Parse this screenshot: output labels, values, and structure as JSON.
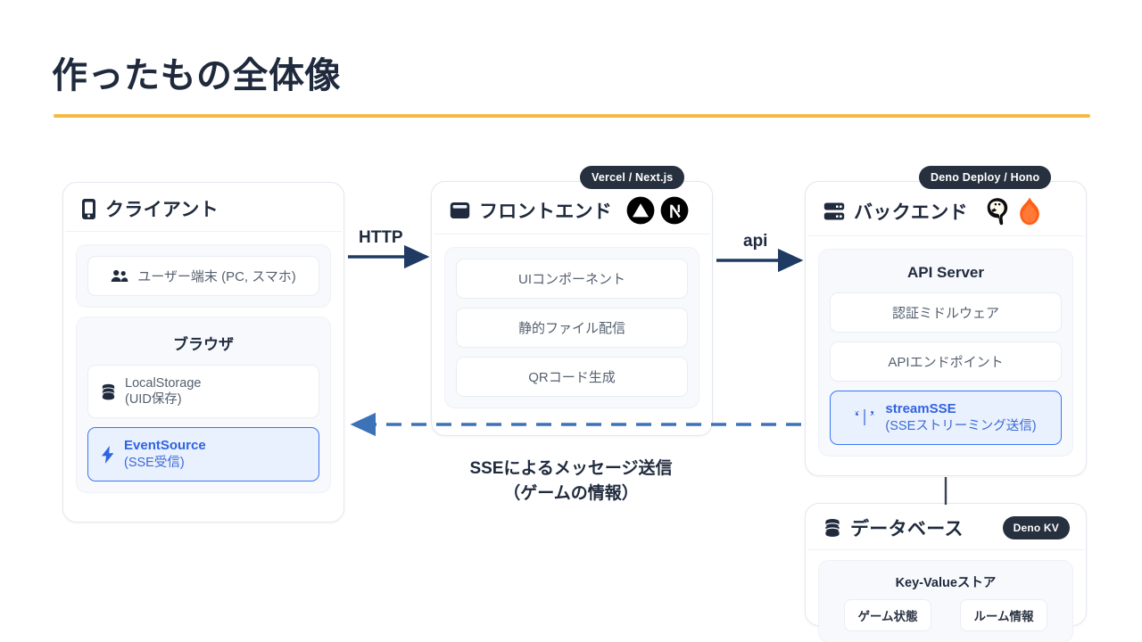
{
  "slide": {
    "title": "作ったもの全体像",
    "accent_color": "#f4b942",
    "text_color": "#1f2a3d",
    "highlight_color": "#3b76f6",
    "arrow_color": "#1f3a63",
    "dashed_arrow_color": "#3b72b8"
  },
  "client": {
    "title": "クライアント",
    "icon": "mobile-phone-icon",
    "user_device": {
      "label": "ユーザー端末 (PC, スマホ)",
      "icon": "users-group-icon"
    },
    "browser": {
      "title": "ブラウザ",
      "items": [
        {
          "name": "LocalStorage",
          "sub": "(UID保存)",
          "icon": "database-stack-icon",
          "highlight": false
        },
        {
          "name": "EventSource",
          "sub": "(SSE受信)",
          "icon": "lightning-bolt-icon",
          "highlight": true
        }
      ]
    }
  },
  "frontend": {
    "title": "フロントエンド",
    "icon": "browser-window-icon",
    "badge": "Vercel / Next.js",
    "logos": [
      "vercel-logo",
      "nextjs-logo"
    ],
    "items": [
      {
        "label": "UIコンポーネント"
      },
      {
        "label": "静的ファイル配信"
      },
      {
        "label": "QRコード生成"
      }
    ]
  },
  "backend": {
    "title": "バックエンド",
    "icon": "server-rack-icon",
    "badge": "Deno Deploy / Hono",
    "logos": [
      "deno-logo",
      "hono-logo"
    ],
    "group_title": "API Server",
    "items": [
      {
        "label": "認証ミドルウェア",
        "highlight": false
      },
      {
        "label": "APIエンドポイント",
        "highlight": false
      },
      {
        "name": "streamSSE",
        "sub": "(SSEストリーミング送信)",
        "icon": "quote-glyph-icon",
        "highlight": true
      }
    ]
  },
  "database": {
    "title": "データベース",
    "icon": "database-stack-icon",
    "badge": "Deno KV",
    "group_title": "Key-Valueストア",
    "chips": [
      "ゲーム状態",
      "ルーム情報"
    ]
  },
  "connections": {
    "http_label": "HTTP",
    "api_label": "api",
    "sse_label_line1": "SSEによるメッセージ送信",
    "sse_label_line2": "（ゲームの情報）"
  }
}
